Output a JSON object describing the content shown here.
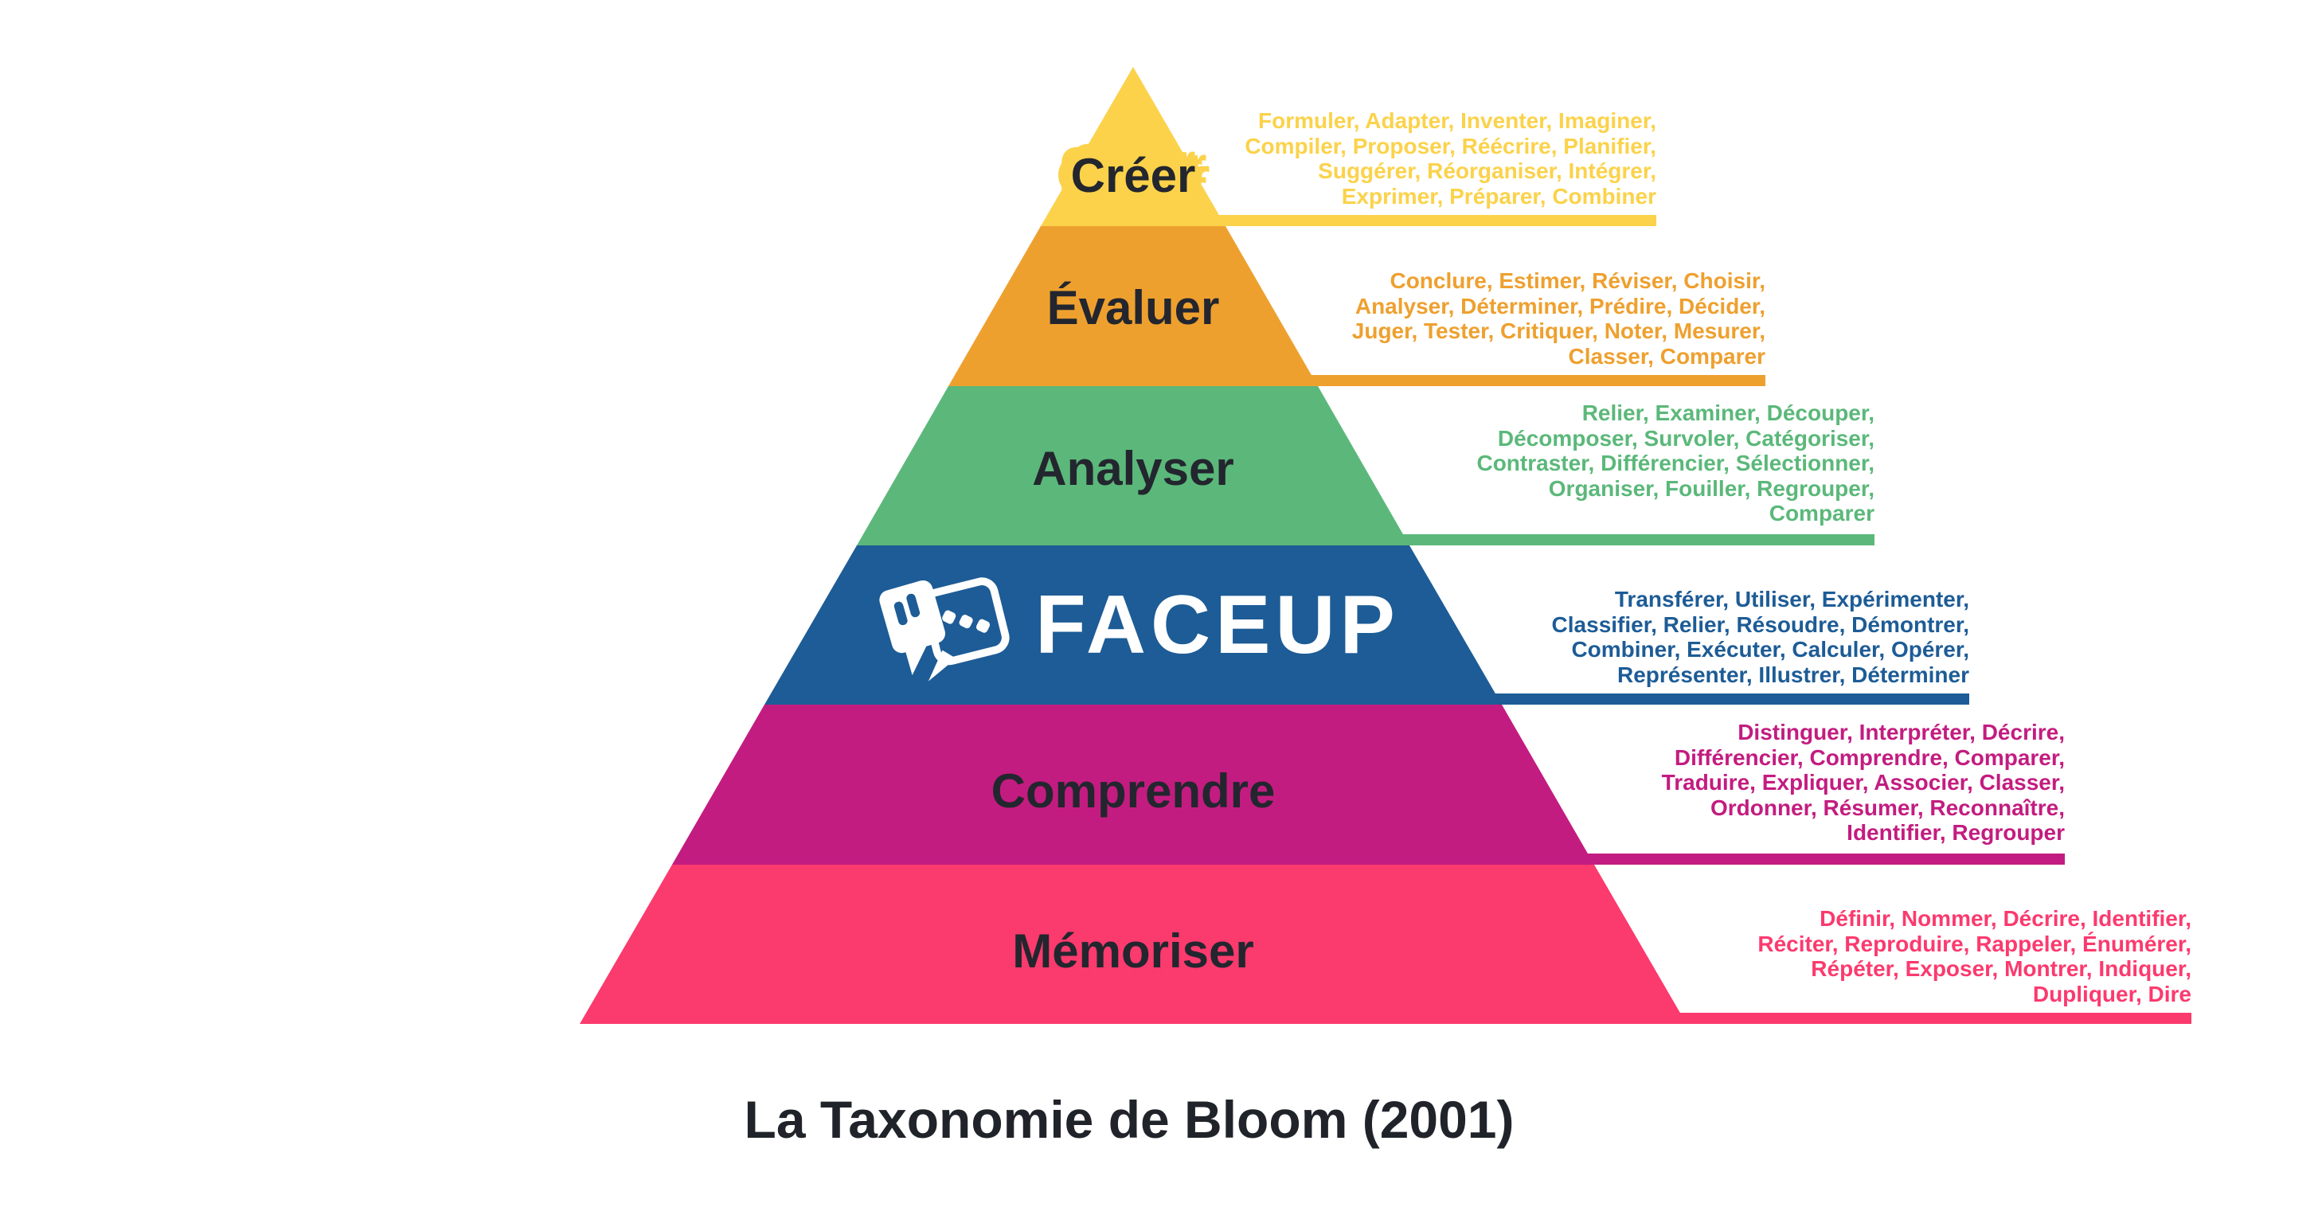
{
  "title": "La Taxonomie de Bloom (2001)",
  "brand": {
    "wordmark": "FACEUP"
  },
  "text_dark_color": "#23262E",
  "background_color": "#FFFFFF",
  "levels": [
    {
      "id": "creer",
      "label": "Créer",
      "color": "#FBD24A",
      "verbs": "Formuler, Adapter, Inventer, Imaginer,\nCompiler, Proposer, Réécrire, Planifier,\nSuggérer, Réorganiser, Intégrer,\nExprimer, Préparer, Combiner"
    },
    {
      "id": "evaluer",
      "label": "Évaluer",
      "color": "#EEA02F",
      "verbs": "Conclure, Estimer, Réviser, Choisir,\nAnalyser, Déterminer, Prédire, Décider,\nJuger, Tester, Critiquer, Noter, Mesurer,\nClasser, Comparer"
    },
    {
      "id": "analyser",
      "label": "Analyser",
      "color": "#5BB87A",
      "verbs": "Relier, Examiner, Découper,\nDécomposer, Survoler, Catégoriser,\nContraster, Différencier, Sélectionner,\nOrganiser, Fouiller, Regrouper,\nComparer"
    },
    {
      "id": "appliquer-faceup",
      "label": "FACEUP",
      "color": "#1D5C96",
      "verbs": "Transférer, Utiliser, Expérimenter,\nClassifier, Relier, Résoudre, Démontrer,\nCombiner, Exécuter, Calculer, Opérer,\nReprésenter, Illustrer, Déterminer"
    },
    {
      "id": "comprendre",
      "label": "Comprendre",
      "color": "#C31C80",
      "verbs": "Distinguer, Interpréter, Décrire,\nDifférencier, Comprendre, Comparer,\nTraduire, Expliquer, Associer, Classer,\nOrdonner, Résumer, Reconnaître,\nIdentifier, Regrouper"
    },
    {
      "id": "memoriser",
      "label": "Mémoriser",
      "color": "#FB3A6E",
      "verbs": "Définir, Nommer, Décrire, Identifier,\nRéciter, Reproduire, Rappeler, Énumérer,\nRépéter, Exposer, Montrer, Indiquer,\nDupliquer, Dire"
    }
  ]
}
